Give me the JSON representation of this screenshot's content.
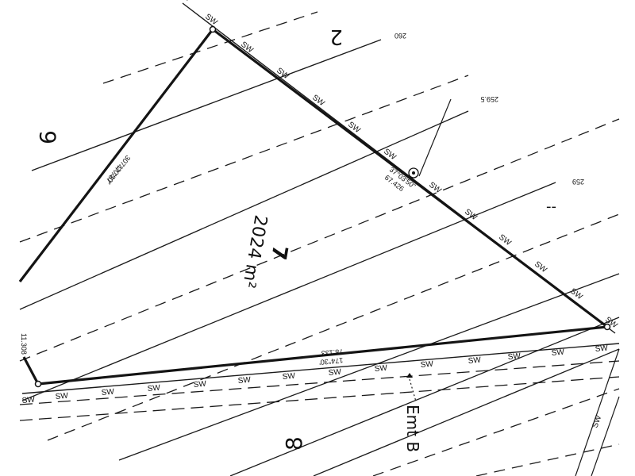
{
  "lot": {
    "number": "7",
    "area": "2024 m²",
    "neighbours": [
      "2",
      "6",
      "8"
    ]
  },
  "contours": [
    "260",
    "259.5",
    "259"
  ],
  "dimensions": [
    {
      "bearing": "307°20'30\"",
      "distance": "47.787"
    },
    {
      "bearing": "37°03'50\"",
      "distance": "67.426"
    },
    {
      "bearing": "174°30'",
      "distance": "78.133"
    },
    {
      "bearing": "",
      "distance": "11.308"
    }
  ],
  "service": {
    "sewer_label": "SW"
  },
  "easement": {
    "label": "Emt B"
  },
  "marks": {
    "dash": "--"
  }
}
